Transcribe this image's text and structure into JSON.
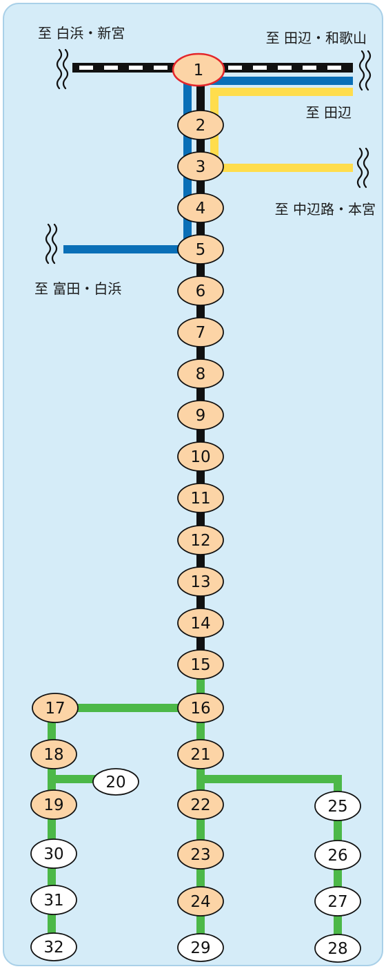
{
  "directions": {
    "shirahama_shingu": "至 白浜・新宮",
    "tanabe_wakayama": "至 田辺・和歌山",
    "tanabe": "至 田辺",
    "nakahechi_hongu": "至 中辺路・本宮",
    "tonda_shirahama": "至 富田・白浜"
  },
  "stops": [
    "1",
    "2",
    "3",
    "4",
    "5",
    "6",
    "7",
    "8",
    "9",
    "10",
    "11",
    "12",
    "13",
    "14",
    "15",
    "16",
    "17",
    "18",
    "19",
    "20",
    "21",
    "22",
    "23",
    "24",
    "25",
    "26",
    "27",
    "28",
    "29",
    "30",
    "31",
    "32"
  ],
  "colors": {
    "bg": "#d5ecf8",
    "blue": "#0a6fb7",
    "yellow": "#ffdd4d",
    "green": "#4cb848",
    "rail": "#111111",
    "stop": "#fcd4a6",
    "stop-alt": "#ffffff",
    "hl": "#e3262b"
  }
}
